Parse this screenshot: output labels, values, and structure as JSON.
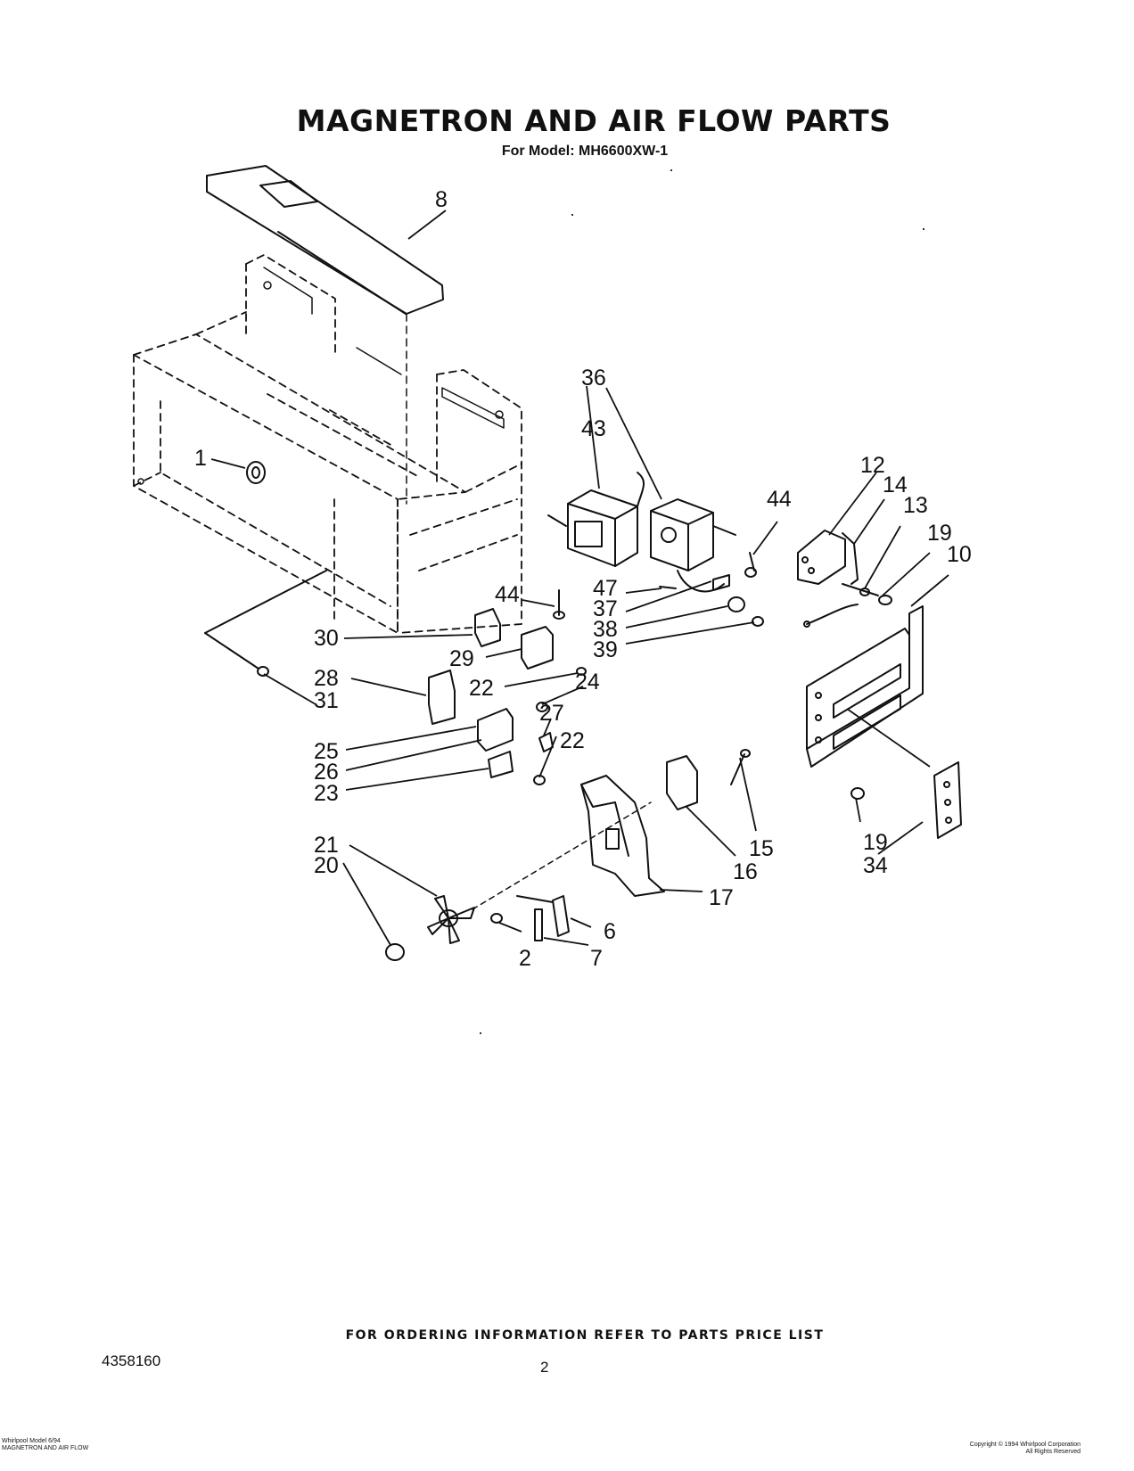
{
  "header": {
    "title": "MAGNETRON AND AIR FLOW PARTS",
    "model_line": "For Model: MH6600XW-1"
  },
  "callouts": {
    "c1": "1",
    "c2": "2",
    "c6": "6",
    "c7": "7",
    "c8": "8",
    "c10": "10",
    "c12": "12",
    "c13": "13",
    "c14": "14",
    "c15": "15",
    "c16": "16",
    "c17": "17",
    "c19a": "19",
    "c19b": "19",
    "c20": "20",
    "c21": "21",
    "c22a": "22",
    "c22b": "22",
    "c23": "23",
    "c24": "24",
    "c25": "25",
    "c26": "26",
    "c27": "27",
    "c28": "28",
    "c29": "29",
    "c30": "30",
    "c31": "31",
    "c34": "34",
    "c36": "36",
    "c37": "37",
    "c38": "38",
    "c39": "39",
    "c43": "43",
    "c44a": "44",
    "c44b": "44",
    "c47": "47"
  },
  "footer": {
    "ordering_note": "FOR ORDERING INFORMATION REFER TO PARTS PRICE LIST",
    "doc_number": "4358160",
    "page_number": "2",
    "left_small": "Whirlpool Model 6/94\nMAGNETRON AND AIR FLOW",
    "right_small": "Copyright © 1994 Whirlpool Corporation\nAll Rights Reserved"
  }
}
